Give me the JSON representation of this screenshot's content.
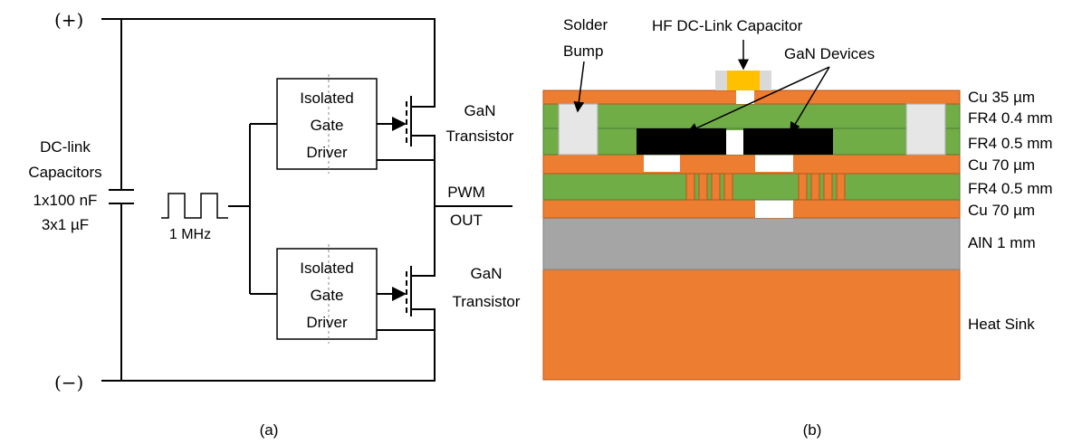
{
  "circuit": {
    "rail_plus": "(+)",
    "rail_minus": "(−)",
    "dc_link_label_1": "DC-link",
    "dc_link_label_2": "Capacitors",
    "dc_link_label_3": "1x100 nF",
    "dc_link_label_4": "3x1 µF",
    "pulse_freq": "1 MHz",
    "driver_top": [
      "Isolated",
      "Gate",
      "Driver"
    ],
    "driver_bottom": [
      "Isolated",
      "Gate",
      "Driver"
    ],
    "transistor_top": [
      "GaN",
      "Transistor"
    ],
    "transistor_bottom": [
      "GaN",
      "Transistor"
    ],
    "output": [
      "PWM",
      "OUT"
    ],
    "caption": "(a)"
  },
  "stack": {
    "solder_bump": [
      "Solder",
      "Bump"
    ],
    "hf_capacitor": "HF DC-Link Capacitor",
    "gan_devices": "GaN Devices",
    "layers": [
      "Cu 35 µm",
      "FR4 0.4 mm",
      "FR4 0.5 mm",
      "Cu 70 µm",
      "FR4 0.5 mm",
      "Cu 70 µm",
      "AlN 1 mm",
      "Heat Sink"
    ],
    "caption": "(b)"
  },
  "colors": {
    "copper": "#ED7D31",
    "fr4": "#70AD47",
    "aln": "#A5A5A5",
    "gan": "#000000",
    "capacitor": "#FFC000",
    "solder_bump": "#E7E6E6"
  }
}
